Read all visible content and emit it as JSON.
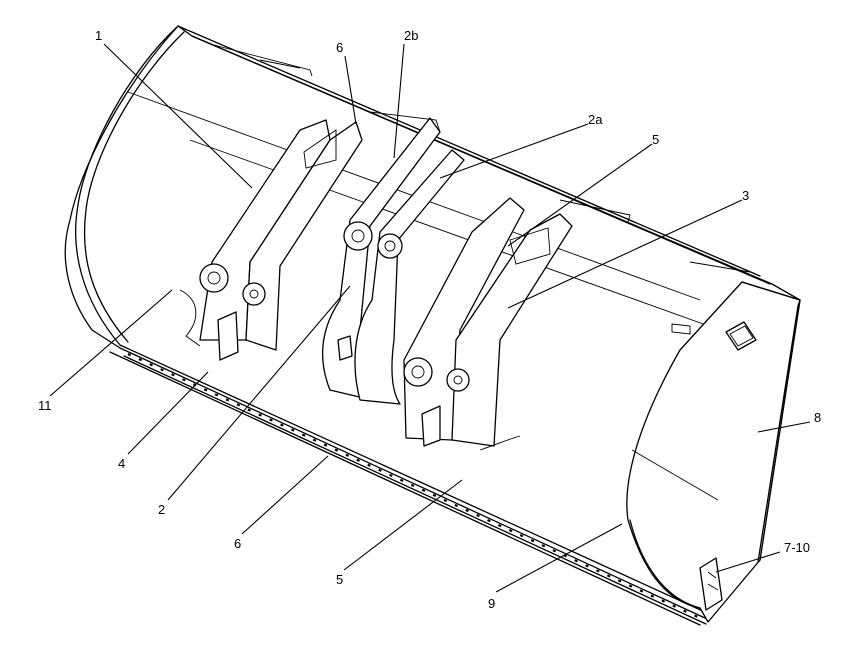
{
  "callouts": [
    {
      "id": "1",
      "label": "1"
    },
    {
      "id": "6-top",
      "label": "6"
    },
    {
      "id": "2b",
      "label": "2b"
    },
    {
      "id": "2a",
      "label": "2a"
    },
    {
      "id": "5-top",
      "label": "5"
    },
    {
      "id": "3",
      "label": "3"
    },
    {
      "id": "8",
      "label": "8"
    },
    {
      "id": "7-10",
      "label": "7-10"
    },
    {
      "id": "9",
      "label": "9"
    },
    {
      "id": "5-bottom",
      "label": "5"
    },
    {
      "id": "6-bottom",
      "label": "6"
    },
    {
      "id": "2",
      "label": "2"
    },
    {
      "id": "4",
      "label": "4"
    },
    {
      "id": "11",
      "label": "11"
    }
  ]
}
